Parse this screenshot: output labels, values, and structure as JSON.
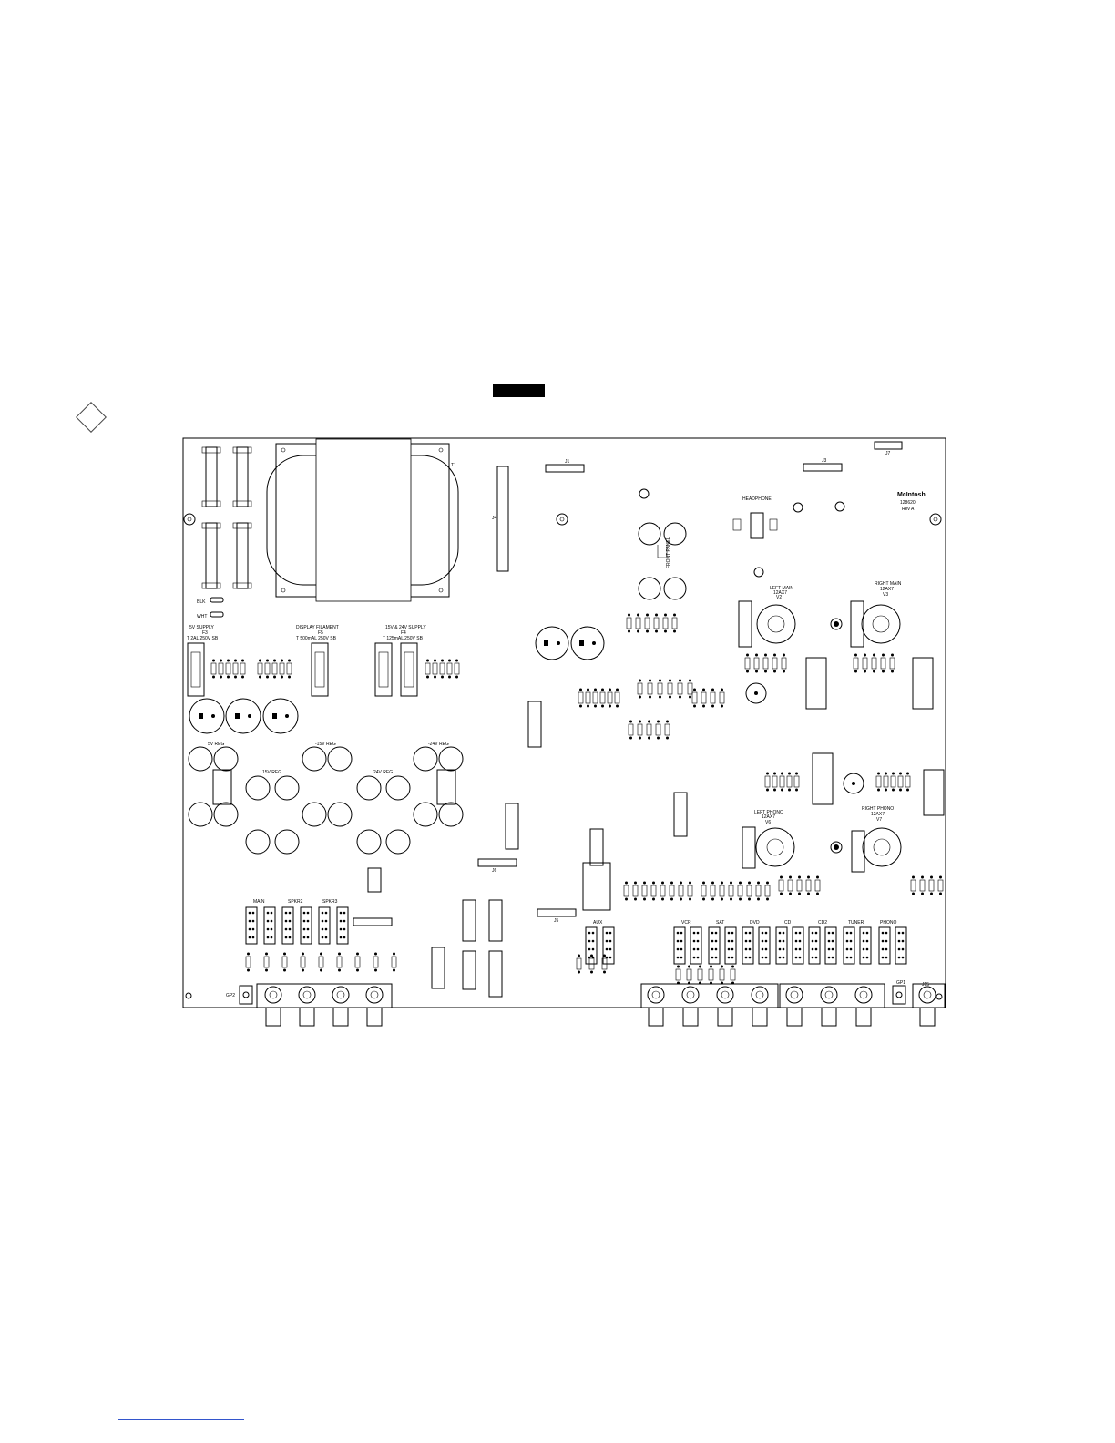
{
  "board": {
    "brand": "McIntosh",
    "part_number": "128620",
    "revision": "Rev A"
  },
  "transformer": {
    "ref": "T1"
  },
  "connectors": [
    {
      "ref": "J1"
    },
    {
      "ref": "J3"
    },
    {
      "ref": "J4"
    },
    {
      "ref": "J5"
    },
    {
      "ref": "J6"
    },
    {
      "ref": "J7"
    },
    {
      "ref": "J15"
    }
  ],
  "supply_labels": {
    "supply_5v": "5V SUPPLY",
    "fuse_f3": "F3",
    "fuse_f3_rating": "T 2AL 250V SB",
    "display_filament": "DISPLAY FILAMENT",
    "fuse_f5": "F5",
    "fuse_f5_rating": "T 500mAL 250V SB",
    "supply_15_24": "15V & 24V SUPPLY",
    "fuse_f4": "F4",
    "fuse_f4_rating": "T 125mAL 250V SB",
    "blk": "BLK",
    "wht": "WHT"
  },
  "regulators": [
    {
      "label": "5V REG"
    },
    {
      "label": "-15V REG"
    },
    {
      "label": "15V REG"
    },
    {
      "label": "24V REG"
    },
    {
      "label": "-24V REG"
    }
  ],
  "tubes": [
    {
      "label": "LEFT MAIN",
      "type": "12AX7",
      "ref": "V2"
    },
    {
      "label": "RIGHT MAIN",
      "type": "12AX7",
      "ref": "V3"
    },
    {
      "label": "LEFT PHONO",
      "type": "12AX7",
      "ref": "V6"
    },
    {
      "label": "RIGHT PHONO",
      "type": "12AX7",
      "ref": "V7"
    }
  ],
  "input_groups_left": [
    "MAIN",
    "SPKR2",
    "SPKR3"
  ],
  "input_groups_right": [
    "VCR",
    "SAT",
    "DVD",
    "CD",
    "CD2",
    "TUNER",
    "PHONO"
  ],
  "input_group_aux": "AUX",
  "grounds": [
    {
      "ref": "GP2"
    },
    {
      "ref": "GP1"
    }
  ],
  "misc_labels": {
    "headphone": "HEADPHONE",
    "regulator_note": "FRONT PANEL"
  },
  "colors": {
    "ink": "#000000",
    "paper": "#ffffff",
    "footer_rule": "#3355cc"
  }
}
